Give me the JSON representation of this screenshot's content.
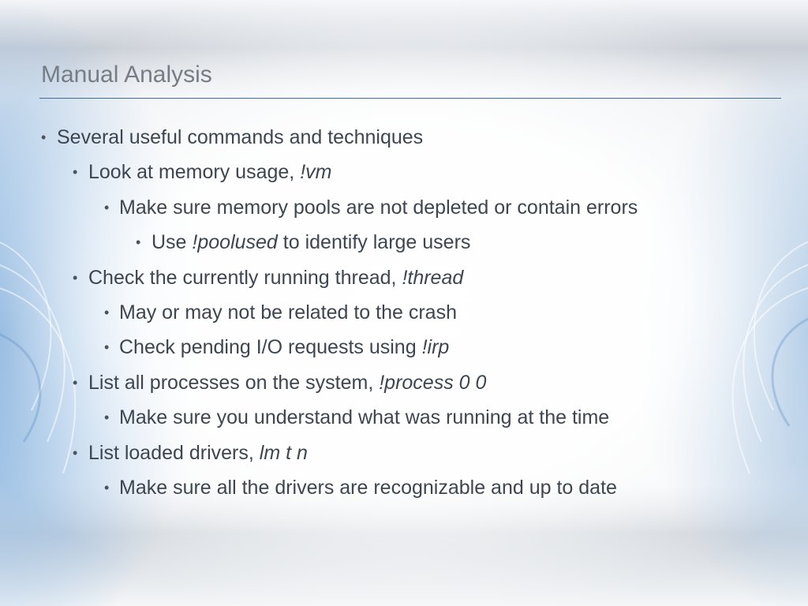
{
  "slide": {
    "title": "Manual Analysis",
    "bullets": [
      {
        "level": 1,
        "text": "Several useful commands and techniques",
        "cmd": "",
        "after": ""
      },
      {
        "level": 2,
        "text": "Look at memory usage, ",
        "cmd": "!vm",
        "after": ""
      },
      {
        "level": 3,
        "text": "Make sure memory pools are not depleted or contain errors",
        "cmd": "",
        "after": ""
      },
      {
        "level": 4,
        "text": "Use ",
        "cmd": "!poolused",
        "after": " to identify large users"
      },
      {
        "level": 2,
        "text": "Check the currently running thread, ",
        "cmd": "!thread",
        "after": ""
      },
      {
        "level": 3,
        "text": "May or may not be related to the crash",
        "cmd": "",
        "after": ""
      },
      {
        "level": 3,
        "text": "Check pending I/O requests using ",
        "cmd": "!irp",
        "after": ""
      },
      {
        "level": 2,
        "text": "List all processes on the system, ",
        "cmd": "!process 0 0",
        "after": ""
      },
      {
        "level": 3,
        "text": "Make sure you understand what was running at the time",
        "cmd": "",
        "after": ""
      },
      {
        "level": 2,
        "text": "List loaded drivers, ",
        "cmd": "lm t n",
        "after": ""
      },
      {
        "level": 3,
        "text": "Make sure all the drivers are recognizable and up to date",
        "cmd": "",
        "after": ""
      }
    ],
    "bullet_glyph": "•",
    "colors": {
      "title": "#767d86",
      "rule": "#3f6e9c",
      "text": "#3d4650",
      "accent_blue": "#6a9ed4"
    }
  }
}
